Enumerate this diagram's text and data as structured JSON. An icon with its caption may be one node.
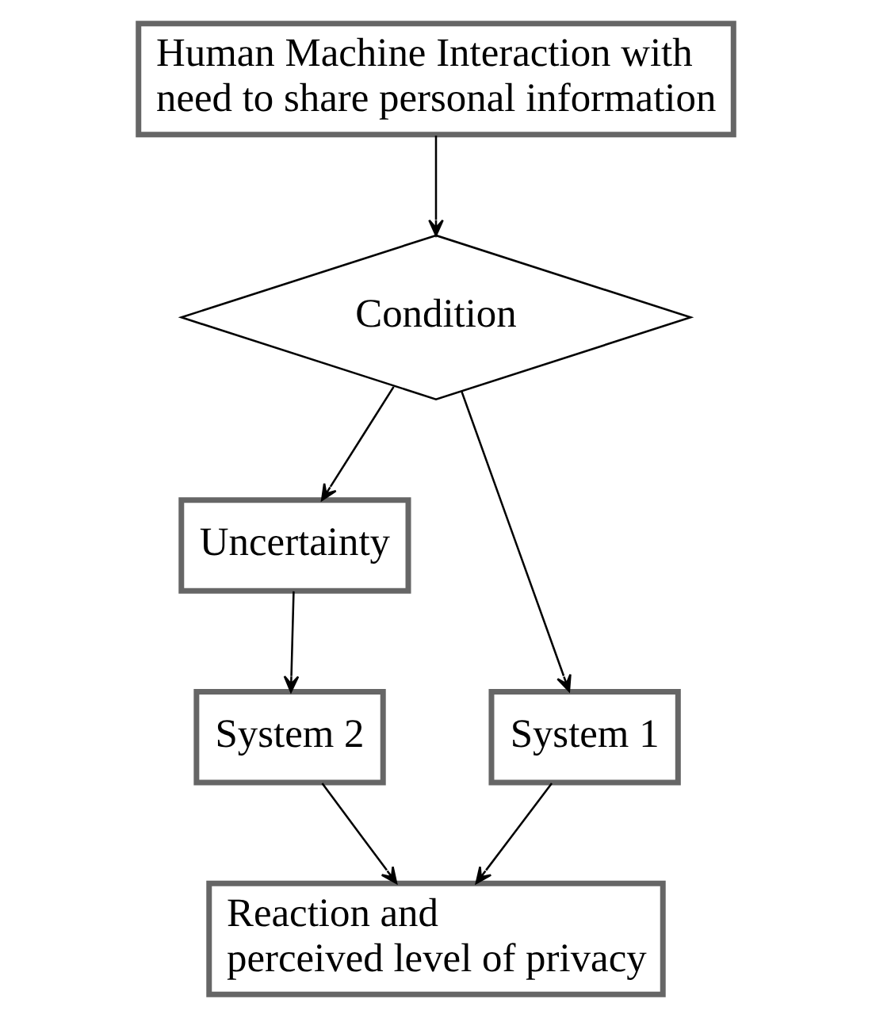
{
  "diagram": {
    "nodes": [
      {
        "text": [
          "Human Machine Interaction with need to share personal information"
        ]
      },
      {
        "text": [
          "Condition"
        ]
      },
      {
        "text": [
          "Uncertainty"
        ]
      },
      {
        "text": [
          "System 1"
        ]
      },
      {
        "text": [
          "System 2"
        ]
      },
      {
        "text": [
          "Reaction and perceived level of privacy"
        ]
      }
    ],
    "edges": [
      {
        "from": 0,
        "to": 1,
        "arrow": "to"
      },
      {
        "from": 1,
        "to": 2,
        "arrow": "to"
      },
      {
        "from": 1,
        "to": 3,
        "arrow": "to"
      },
      {
        "from": 2,
        "to": 4,
        "arrow": "to"
      },
      {
        "from": 3,
        "to": 5,
        "arrow": "to"
      },
      {
        "from": 4,
        "to": 5,
        "arrow": "to"
      }
    ]
  }
}
